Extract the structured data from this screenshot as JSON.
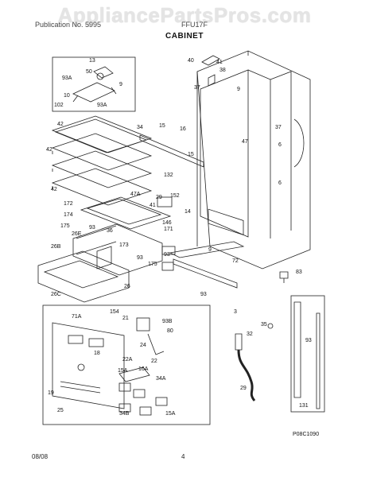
{
  "watermark": "AppliancePartsPros.com",
  "header": {
    "left": "Publication No. 5995",
    "right": "FFU17F",
    "title": "CABINET"
  },
  "diagram": {
    "part_labels": [
      "40",
      "41",
      "38",
      "37",
      "9",
      "13",
      "50",
      "93A",
      "10",
      "102",
      "93A",
      "9",
      "42",
      "42",
      "42",
      "34",
      "15",
      "16",
      "47",
      "37",
      "6",
      "15",
      "132",
      "47A",
      "29",
      "41",
      "152",
      "14",
      "172",
      "174",
      "175",
      "26E",
      "93",
      "171",
      "146",
      "36",
      "26B",
      "173",
      "93",
      "72",
      "26",
      "175",
      "93",
      "9",
      "26C",
      "93",
      "83",
      "3",
      "71A",
      "154",
      "21",
      "93B",
      "80",
      "35",
      "24",
      "32",
      "18",
      "22A",
      "22",
      "16A",
      "15A",
      "34A",
      "19",
      "29",
      "93",
      "25",
      "34B",
      "15A",
      "131",
      "6"
    ],
    "code": "P08C1090"
  },
  "footer": {
    "date": "08/08",
    "page": "4"
  }
}
